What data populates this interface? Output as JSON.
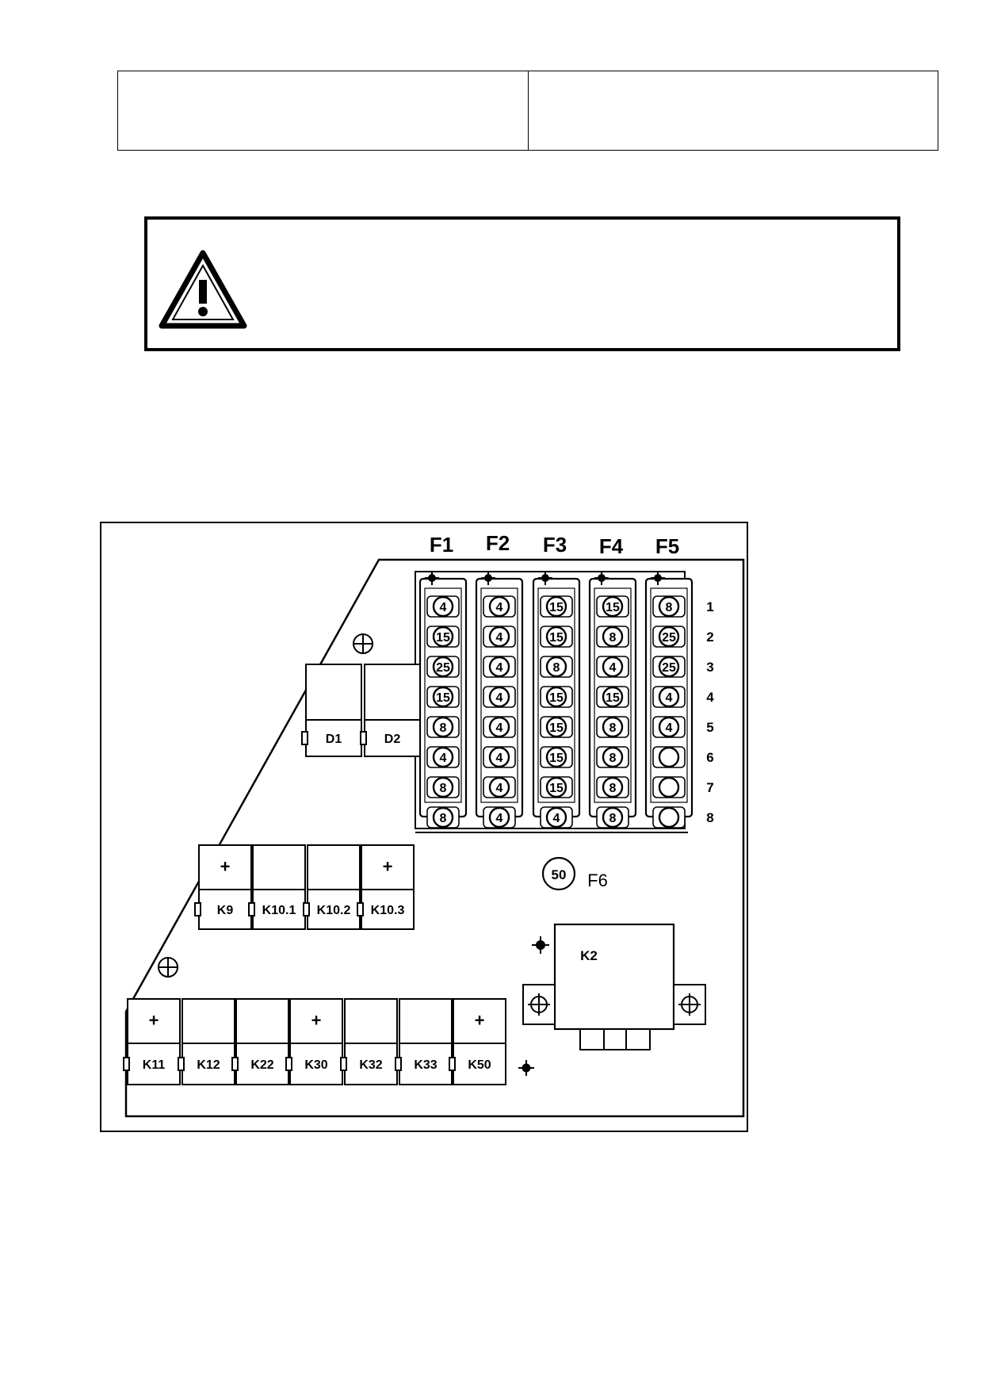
{
  "header_table": {
    "cells": [
      "",
      ""
    ]
  },
  "warning": {
    "icon": "warning-triangle-icon",
    "text": ""
  },
  "diagram": {
    "fuse_strips": [
      {
        "label": "F1",
        "ratings": [
          "4",
          "15",
          "25",
          "15",
          "8",
          "4",
          "8",
          "8"
        ]
      },
      {
        "label": "F2",
        "ratings": [
          "4",
          "4",
          "4",
          "4",
          "4",
          "4",
          "4",
          "4"
        ]
      },
      {
        "label": "F3",
        "ratings": [
          "15",
          "15",
          "8",
          "15",
          "15",
          "15",
          "15",
          "4"
        ]
      },
      {
        "label": "F4",
        "ratings": [
          "15",
          "8",
          "4",
          "15",
          "8",
          "8",
          "8",
          "8"
        ]
      },
      {
        "label": "F5",
        "ratings": [
          "8",
          "25",
          "25",
          "4",
          "4",
          "",
          "",
          ""
        ]
      }
    ],
    "row_numbers": [
      "1",
      "2",
      "3",
      "4",
      "5",
      "6",
      "7",
      "8"
    ],
    "main_fuse": {
      "label": "F6",
      "rating": "50"
    },
    "diodes": [
      "D1",
      "D2"
    ],
    "relays_middle": [
      {
        "label": "K9",
        "plus": "+"
      },
      {
        "label": "K10.1",
        "plus": ""
      },
      {
        "label": "K10.2",
        "plus": ""
      },
      {
        "label": "K10.3",
        "plus": "+"
      }
    ],
    "relays_bottom": [
      {
        "label": "K11",
        "plus": "+"
      },
      {
        "label": "K12",
        "plus": ""
      },
      {
        "label": "K22",
        "plus": ""
      },
      {
        "label": "K30",
        "plus": "+"
      },
      {
        "label": "K32",
        "plus": ""
      },
      {
        "label": "K33",
        "plus": ""
      },
      {
        "label": "K50",
        "plus": "+"
      }
    ],
    "big_relay": {
      "label": "K2"
    }
  }
}
